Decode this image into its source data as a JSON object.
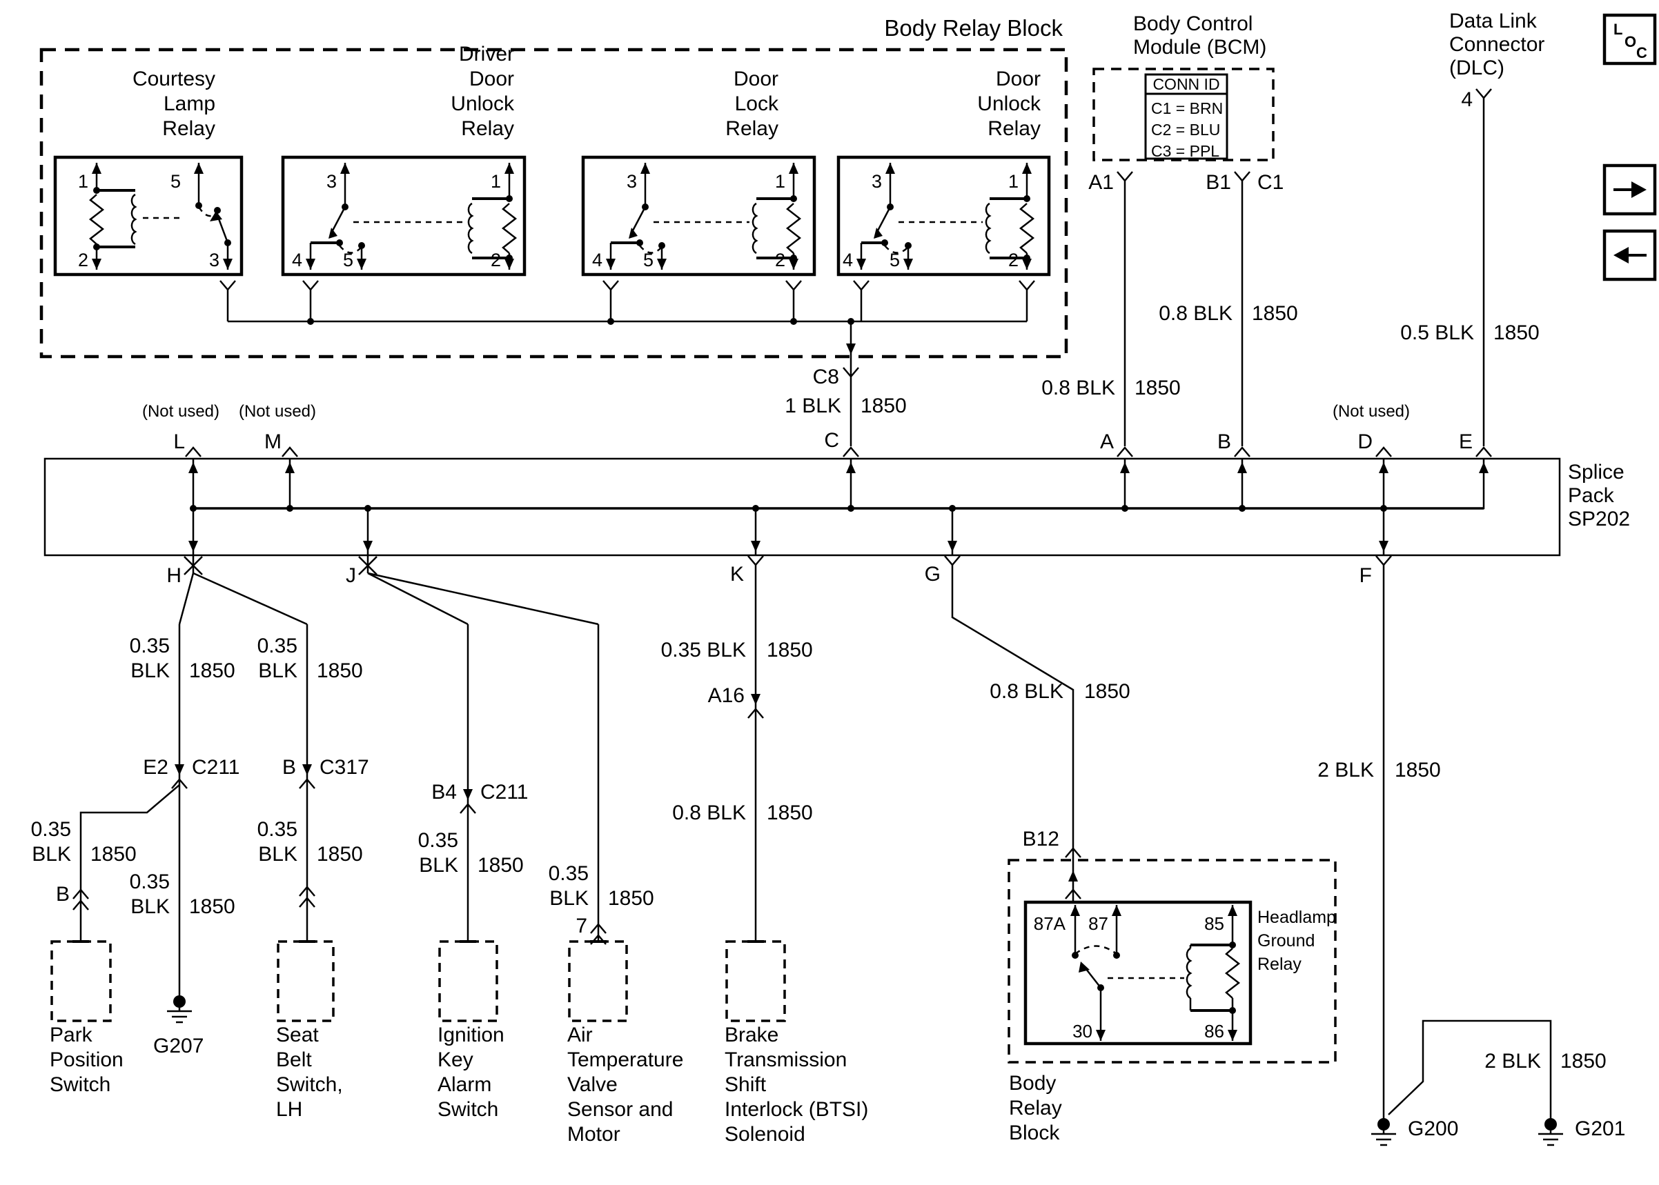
{
  "brb": {
    "title": "Body Relay Block",
    "relays": [
      {
        "name": [
          "Courtesy",
          "Lamp",
          "Relay"
        ],
        "pins": [
          "1",
          "5",
          "2",
          "3"
        ]
      },
      {
        "name": [
          "Driver",
          "Door",
          "Unlock",
          "Relay"
        ],
        "pins": [
          "3",
          "1",
          "4",
          "5",
          "2"
        ]
      },
      {
        "name": [
          "Door",
          "Lock",
          "Relay"
        ],
        "pins": [
          "3",
          "1",
          "4",
          "5",
          "2"
        ]
      },
      {
        "name": [
          "Door",
          "Unlock",
          "Relay"
        ],
        "pins": [
          "3",
          "1",
          "4",
          "5",
          "2"
        ]
      }
    ],
    "c8": "C8"
  },
  "bcm": {
    "title": [
      "Body Control",
      "Module (BCM)"
    ],
    "conn_id": {
      "header": "CONN ID",
      "rows": [
        "C1 = BRN",
        "C2 = BLU",
        "C3 = PPL"
      ]
    },
    "pins": {
      "a1": "A1",
      "b1": "B1",
      "c1": "C1"
    }
  },
  "dlc": {
    "title": [
      "Data Link",
      "Connector",
      "(DLC)"
    ],
    "pin": "4"
  },
  "loc": {
    "l": "L",
    "o": "O",
    "c": "C"
  },
  "splice": {
    "label": [
      "Splice",
      "Pack",
      "SP202"
    ],
    "not_used": "(Not used)",
    "top": [
      "L",
      "M",
      "C",
      "A",
      "B",
      "D",
      "E"
    ],
    "bottom": [
      "H",
      "J",
      "K",
      "G",
      "F"
    ]
  },
  "wires": {
    "c8": {
      "color": "1 BLK",
      "circuit": "1850"
    },
    "a1": {
      "color": "0.8 BLK",
      "circuit": "1850"
    },
    "b1": {
      "color": "0.8 BLK",
      "circuit": "1850"
    },
    "dlc": {
      "color": "0.5 BLK",
      "circuit": "1850"
    },
    "h_left": {
      "size": "0.35",
      "color": "BLK",
      "circuit": "1850"
    },
    "h_right": {
      "size": "0.35",
      "color": "BLK",
      "circuit": "1850"
    },
    "park": {
      "size": "0.35",
      "color": "BLK",
      "circuit": "1850"
    },
    "g207": {
      "size": "0.35",
      "color": "BLK",
      "circuit": "1850"
    },
    "seat": {
      "size": "0.35",
      "color": "BLK",
      "circuit": "1850"
    },
    "ign": {
      "size": "0.35",
      "color": "BLK",
      "circuit": "1850"
    },
    "air": {
      "size": "0.35",
      "color": "BLK",
      "circuit": "1850"
    },
    "k_upper": {
      "color": "0.35 BLK",
      "circuit": "1850"
    },
    "k_lower": {
      "color": "0.8 BLK",
      "circuit": "1850"
    },
    "g": {
      "color": "0.8 BLK",
      "circuit": "1850"
    },
    "f": {
      "color": "2 BLK",
      "circuit": "1850"
    },
    "bridge": {
      "color": "2 BLK",
      "circuit": "1850"
    }
  },
  "connectors": {
    "e2": {
      "pin": "E2",
      "conn": "C211"
    },
    "c317": {
      "pin": "B",
      "conn": "C317"
    },
    "b4": {
      "pin": "B4",
      "conn": "C211"
    },
    "a16": "A16",
    "b12": "B12",
    "park_pin": "B",
    "air_pin": "7"
  },
  "grounds": {
    "g207": "G207",
    "g200": "G200",
    "g201": "G201"
  },
  "hgr": {
    "label": [
      "Headlamp",
      "Ground",
      "Relay"
    ],
    "pins": [
      "87A",
      "87",
      "85",
      "30",
      "86"
    ],
    "block": [
      "Body",
      "Relay",
      "Block"
    ]
  },
  "components": [
    {
      "lines": [
        "Park",
        "Position",
        "Switch"
      ]
    },
    {
      "lines": [
        "Seat",
        "Belt",
        "Switch,",
        "LH"
      ]
    },
    {
      "lines": [
        "Ignition",
        "Key",
        "Alarm",
        "Switch"
      ]
    },
    {
      "lines": [
        "Air",
        "Temperature",
        "Valve",
        "Sensor and",
        "Motor"
      ]
    },
    {
      "lines": [
        "Brake",
        "Transmission",
        "Shift",
        "Interlock (BTSI)",
        "Solenoid"
      ]
    }
  ]
}
